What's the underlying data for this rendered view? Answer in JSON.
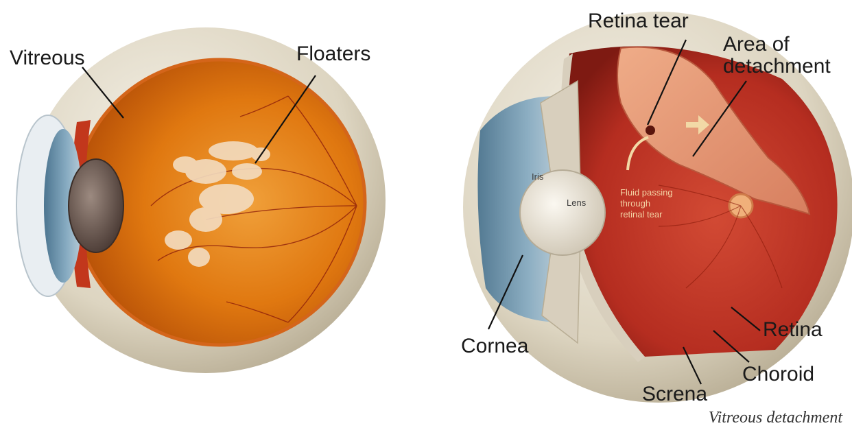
{
  "left_figure": {
    "labels": {
      "vitreous": "Vitreous",
      "floaters": "Floaters"
    }
  },
  "right_figure": {
    "labels": {
      "retina_tear": "Retina tear",
      "area_of": "Area of",
      "detachment": "detachment",
      "iris": "Iris",
      "lens": "Lens",
      "fluid_1": "Fluid passing",
      "fluid_2": "through",
      "fluid_3": "retinal tear",
      "cornea": "Cornea",
      "retina": "Retina",
      "choroid": "Choroid",
      "screna": "Screna"
    }
  },
  "caption": "Vitreous detachment",
  "colors": {
    "eye_white": "#e8e2d2",
    "vitreous_orange": "#e67d12",
    "retina_red": "#b92f22",
    "detached_retina": "#e79c7a",
    "iris_blue": "#6f95ad",
    "lens": "#ebe5d8"
  }
}
